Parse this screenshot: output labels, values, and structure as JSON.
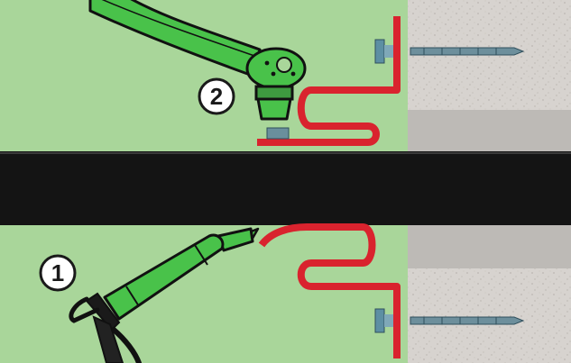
{
  "diagram": {
    "steps": [
      {
        "number": "1",
        "tool": "caulking-gun"
      },
      {
        "number": "2",
        "tool": "ratchet-wrench"
      }
    ],
    "colors": {
      "background": "#a9d69a",
      "pipe": "#141414",
      "seal": "#d9232e",
      "wall": "#d7d3cf",
      "wall_band": "#bdbab6",
      "tool_green": "#49c24a",
      "screw": "#5d8fa3",
      "outline": "#111111"
    }
  }
}
